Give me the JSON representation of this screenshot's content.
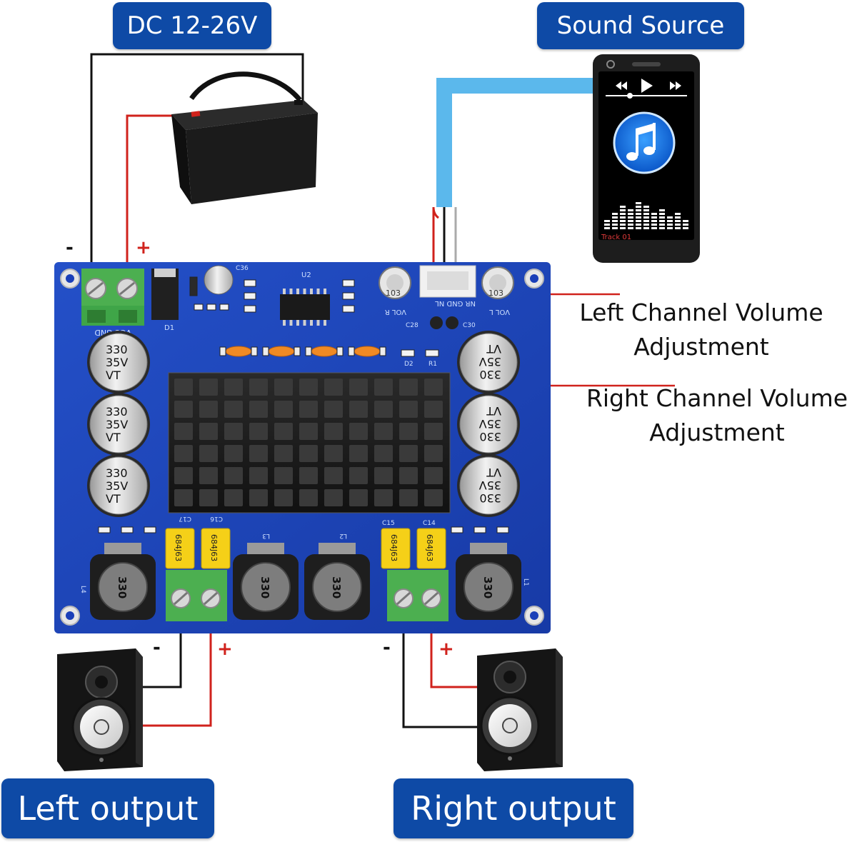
{
  "labels": {
    "power": "DC 12-26V",
    "source": "Sound Source",
    "left_volume": [
      "Left Channel Volume",
      "Adjustment"
    ],
    "right_volume": [
      "Right Channel Volume",
      "Adjustment"
    ],
    "left_output": "Left output",
    "right_output": "Right output"
  },
  "polarity": {
    "minus": "-",
    "plus": "+"
  },
  "phone": {
    "track": "Track 01"
  },
  "board": {
    "capacitor": [
      "330",
      "35V",
      "VT"
    ],
    "inductor": "330",
    "film_cap": "684J63",
    "silk": {
      "power_terminal": "VCC GND",
      "input": "NR GND NL",
      "vol_r": "VOL R",
      "vol_l": "VOL L",
      "ic": "U2",
      "d1": "D1",
      "d2": "D2",
      "r1": "R1",
      "l1": "L1",
      "l2": "L2",
      "l3": "L3",
      "l4": "L4",
      "c15": "C15",
      "c14": "C14",
      "c16": "C16",
      "c17": "C17",
      "c28": "C28",
      "c30": "C30",
      "c36": "C36",
      "pot_l": "103",
      "pot_r": "103"
    }
  },
  "colors": {
    "badge": "#0e4aa6",
    "pcb": "#1a3fb8",
    "wire_red": "#d0221c",
    "wire_black": "#111111",
    "cable": "#5bb8ec",
    "terminal": "#4caf50"
  }
}
